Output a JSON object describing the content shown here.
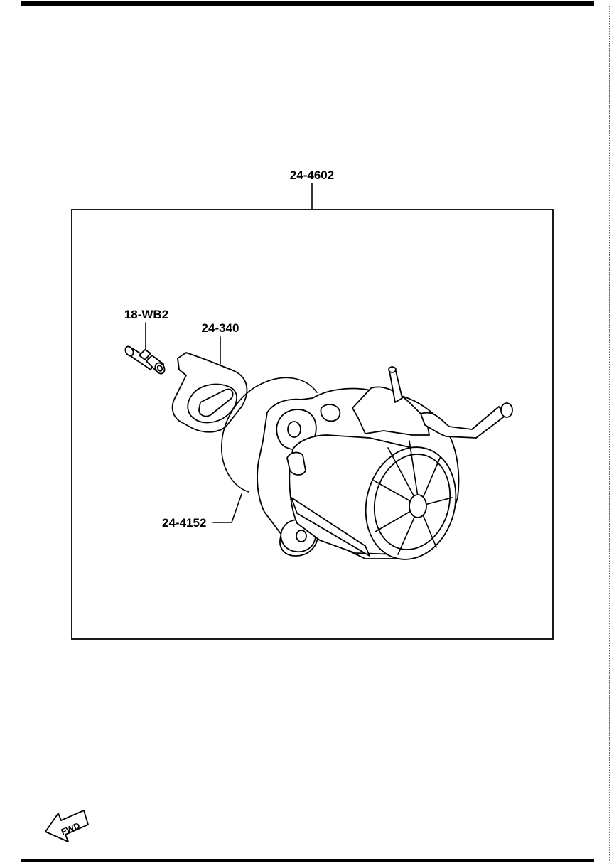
{
  "callouts": {
    "assembly": "24-4602",
    "fitting": "18-WB2",
    "gasket_cover": "24-340",
    "o_ring": "24-4152"
  },
  "direction_arrow": {
    "label": "FWD"
  },
  "colors": {
    "ink": "#000000",
    "paper": "#ffffff"
  }
}
